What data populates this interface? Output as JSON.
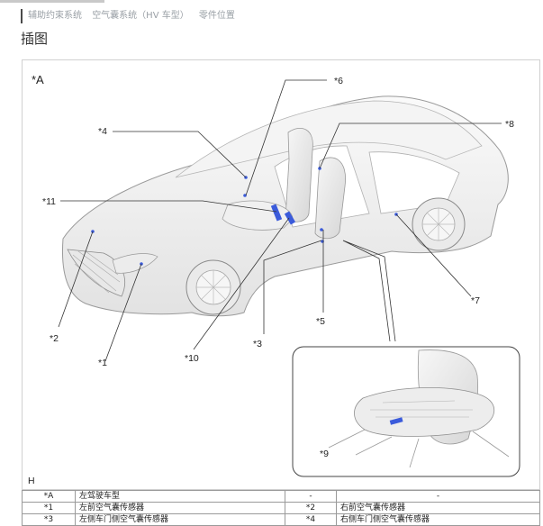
{
  "breadcrumb": [
    "辅助约束系统",
    "空气囊系统（HV 车型）",
    "零件位置"
  ],
  "section_title": "插图",
  "figure": {
    "corner_label": "*A",
    "footer_label": "H",
    "callouts": [
      "*1",
      "*2",
      "*3",
      "*4",
      "*5",
      "*6",
      "*7",
      "*8",
      "*9",
      "*10",
      "*11"
    ]
  },
  "legend": {
    "rows": [
      {
        "code_a": "*A",
        "desc_a": "左驾驶车型",
        "code_b": "-",
        "desc_b": "-"
      },
      {
        "code_a": "*1",
        "desc_a": "左前空气囊传感器",
        "code_b": "*2",
        "desc_b": "右前空气囊传感器"
      },
      {
        "code_a": "*3",
        "desc_a": "左侧车门侧空气囊传感器",
        "code_b": "*4",
        "desc_b": "右侧车门侧空气囊传感器"
      }
    ]
  },
  "colors": {
    "accent": "#3b5bdb",
    "line": "#333333",
    "body": "#f2f2f2"
  }
}
